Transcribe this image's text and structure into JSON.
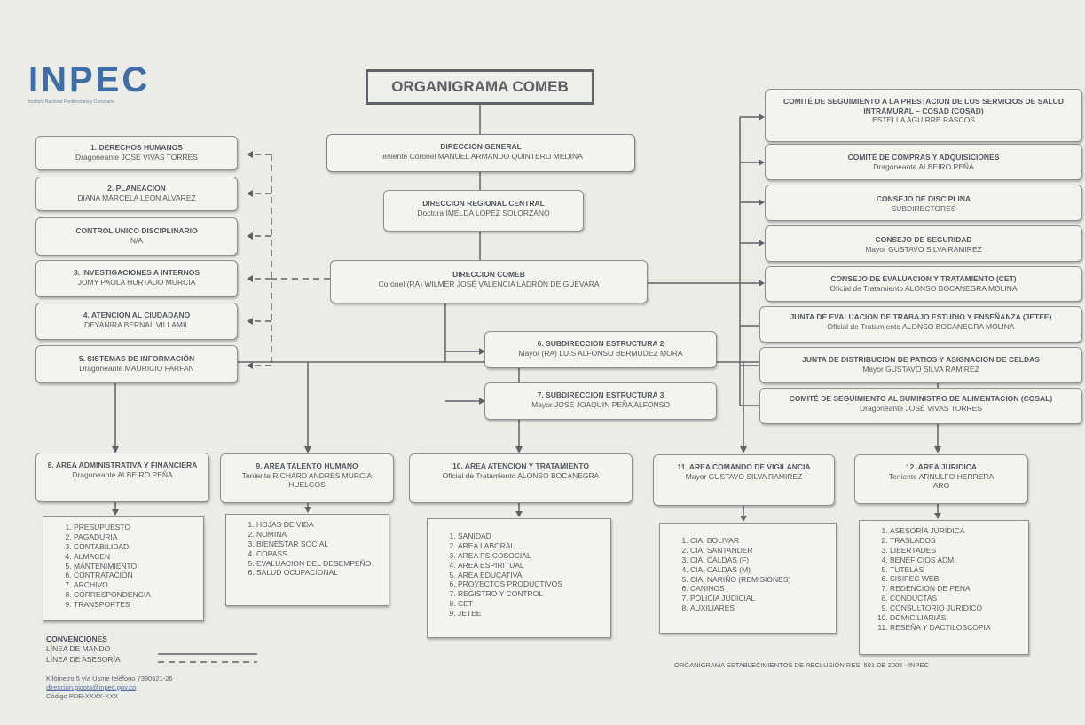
{
  "logo": {
    "text": "INPEC",
    "tagline": "Instituto Nacional Penitenciario y Carcelario"
  },
  "title": "ORGANIGRAMA COMEB",
  "top_chain": [
    {
      "title": "DIRECCION GENERAL",
      "person": "Teniente Coronel MANUEL ARMANDO QUINTERO MEDINA"
    },
    {
      "title": "DIRECCION REGIONAL CENTRAL",
      "person": "Doctora IMELDA LOPEZ SOLORZANO"
    },
    {
      "title": "DIRECCION COMEB",
      "person": "Coronel (RA) WILMER JOSÉ VALENCIA LADRÓN DE GUEVARA"
    }
  ],
  "left_offices": [
    {
      "title": "1. DERECHOS HUMANOS",
      "person": "Dragoneante JOSÉ VIVAS TORRES"
    },
    {
      "title": "2. PLANEACION",
      "person": "DIANA MARCELA LEON ALVAREZ"
    },
    {
      "title": "CONTROL UNICO DISCIPLINARIO",
      "person": "N/A"
    },
    {
      "title": "3. INVESTIGACIONES A INTERNOS",
      "person": "JOMY PAOLA HURTADO MURCIA"
    },
    {
      "title": "4. ATENCION AL CIUDADANO",
      "person": "DEYANIRA BERNAL VILLAMIL"
    },
    {
      "title": "5. SISTEMAS DE INFORMACIÓN",
      "person": "Dragoneante MAURICIO FARFAN"
    }
  ],
  "subdirecciones": [
    {
      "title": "6. SUBDIRECCION ESTRUCTURA 2",
      "person": "Mayor (RA) LUIS ALFONSO BERMUDEZ MORA"
    },
    {
      "title": "7. SUBDIRECCION ESTRUCTURA 3",
      "person": "Mayor JOSE JOAQUIN PEÑA ALFONSO"
    }
  ],
  "committees": [
    {
      "title": "COMITÉ DE SEGUIMIENTO A LA PRESTACION DE LOS SERVICIOS DE SALUD INTRAMURAL – COSAD (COSAD)",
      "person": "ESTELLA AGUIRRE RASCOS"
    },
    {
      "title": "COMITÉ DE COMPRAS Y ADQUISICIONES",
      "person": "Dragoneante ALBEIRO PEÑA"
    },
    {
      "title": "CONSEJO DE DISCIPLINA",
      "person": "SUBDIRECTORES"
    },
    {
      "title": "CONSEJO DE SEGURIDAD",
      "person": "Mayor GUSTAVO SILVA RAMIREZ"
    },
    {
      "title": "CONSEJO DE EVALUACION Y TRATAMIENTO (CET)",
      "person": "Oficial de Tratamiento ALONSO BOCANEGRA MOLINA"
    },
    {
      "title": "JUNTA DE EVALUACION DE TRABAJO ESTUDIO Y ENSEÑANZA (JETEE)",
      "person": "Oficial de Tratamiento ALONSO BOCANEGRA MOLINA"
    },
    {
      "title": "JUNTA DE DISTRIBUCION DE PATIOS Y ASIGNACION DE CELDAS",
      "person": "Mayor GUSTAVO SILVA RAMIREZ"
    },
    {
      "title": "COMITÉ DE SEGUIMIENTO AL SUMINISTRO DE ALIMENTACION (COSAL)",
      "person": "Dragoneante JOSÉ VIVAS TORRES"
    }
  ],
  "areas": [
    {
      "title": "8. AREA ADMINISTRATIVA Y FINANCIERA",
      "person": "Dragoneante ALBEIRO PEÑA",
      "items": [
        "PRESUPUESTO",
        "PAGADURIA",
        "CONTABILIDAD",
        "ALMACEN",
        "MANTENIMIENTO",
        "CONTRATACION",
        "ARCHIVO",
        "CORRESPONDENCIA",
        "TRANSPORTES"
      ]
    },
    {
      "title": "9. AREA TALENTO HUMANO",
      "person": "Teniente RICHARD ANDRES MURCIA HUELGOS",
      "items": [
        "HOJAS DE VIDA",
        "NOMINA",
        "BIENESTAR SOCIAL",
        "COPASS",
        "EVALUACION DEL DESEMPEÑO",
        "SALUD OCUPACIONAL"
      ]
    },
    {
      "title": "10. AREA ATENCION Y TRATAMIENTO",
      "person": "Oficial de Tratamiento ALONSO BOCANEGRA",
      "items": [
        "SANIDAD",
        "AREA LABORAL",
        "AREA PSICOSOCIAL",
        "AREA ESPIRITUAL",
        "AREA EDUCATIVA",
        "PROYECTOS PRODUCTIVOS",
        "REGISTRO Y CONTROL",
        "CET",
        "JETEE"
      ]
    },
    {
      "title": "11. AREA COMANDO DE VIGILANCIA",
      "person": "Mayor GUSTAVO SILVA RAMIREZ",
      "items": [
        "CIA. BOLIVAR",
        "CIA. SANTANDER",
        "CIA. CALDAS (F)",
        "CIA. CALDAS (M)",
        "CIA. NARIÑO (REMISIONES)",
        "CANINOS",
        "POLICIA JUDICIAL",
        "AUXILIARES"
      ]
    },
    {
      "title": "12. AREA JURIDICA",
      "person": "Teniente ARNULFO HERRERA ARO",
      "items": [
        "ASESORÍA JURIDICA",
        "TRASLADOS",
        "LIBERTADES",
        "BENEFICIOS ADM.",
        "TUTELAS",
        "SISIPEC WEB",
        "REDENCION DE PENA",
        "CONDUCTAS",
        "CONSULTORIO JURIDICO",
        "DOMICILIARIAS",
        "RESEÑA Y DACTILOSCOPIA"
      ]
    }
  ],
  "conventions": {
    "title": "CONVENCIONES",
    "line_command": "LÍNEA DE MANDO",
    "line_advisory": "LÍNEA DE ASESORÍA"
  },
  "footer": {
    "address": "Kilómetro 5 vía Usme teléfono 7390521-26",
    "email": "direccion.picota@inpec.gov.co",
    "code": "Código PDE-XXXX-XXX",
    "caption": "ORGANIGRAMA ESTABLECIMIENTOS DE RECLUSION RES. 501 DE 2005 - INPEC"
  }
}
